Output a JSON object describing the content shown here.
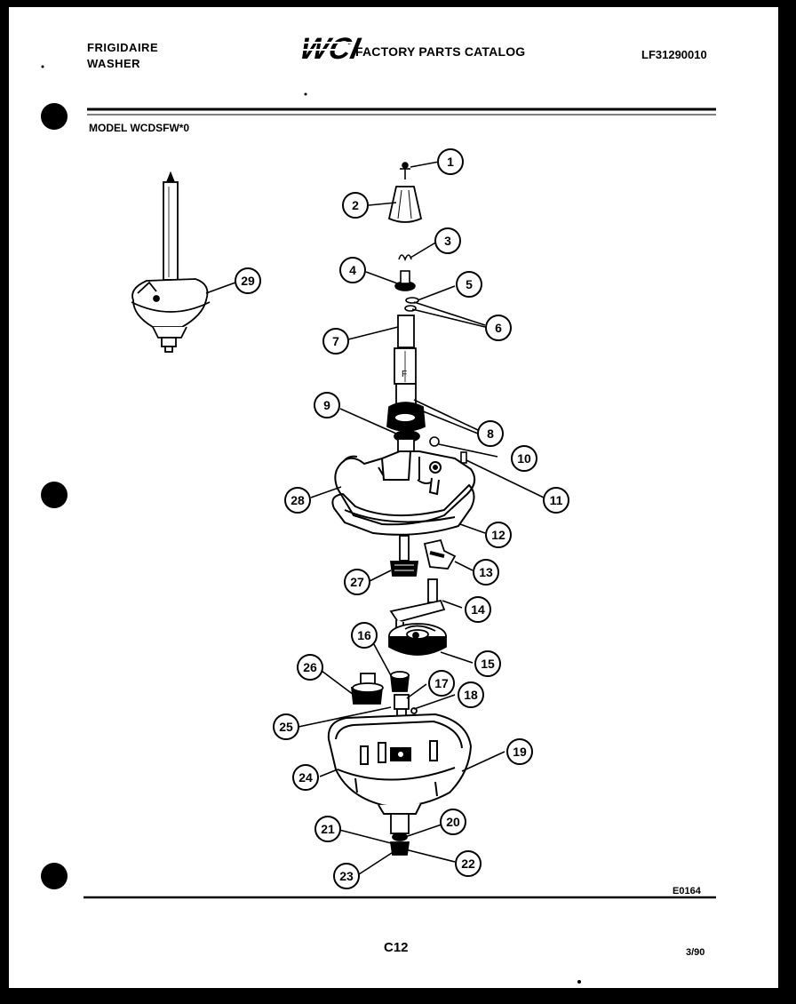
{
  "header": {
    "brand_line1": "FRIGIDAIRE",
    "brand_line2": "WASHER",
    "logo_text": "WCI",
    "catalog_title": "FACTORY PARTS CATALOG",
    "catalog_number": "LF31290010"
  },
  "model_label": "MODEL WCDSFW*0",
  "footer": {
    "drawing_code": "E0164",
    "page_number": "C12",
    "date_code": "3/90"
  },
  "callouts": [
    "1",
    "2",
    "3",
    "4",
    "5",
    "6",
    "7",
    "8",
    "9",
    "10",
    "11",
    "12",
    "13",
    "14",
    "15",
    "16",
    "17",
    "18",
    "19",
    "20",
    "21",
    "22",
    "23",
    "24",
    "25",
    "26",
    "27",
    "28",
    "29"
  ]
}
